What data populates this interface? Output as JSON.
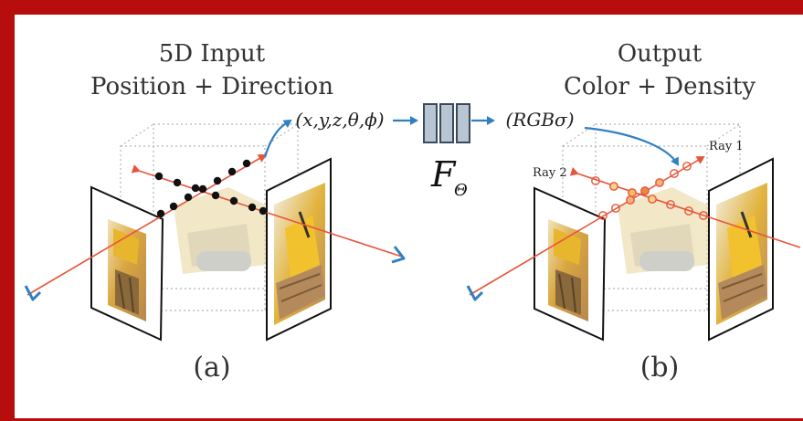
{
  "left_panel": {
    "title_line1": "5D Input",
    "title_line2": "Position + Direction",
    "caption": "(a)"
  },
  "right_panel": {
    "title_line1": "Output",
    "title_line2": "Color + Density",
    "caption": "(b)",
    "ray1_label": "Ray 1",
    "ray2_label": "Ray 2"
  },
  "network": {
    "input_label": "(x,y,z,θ,ϕ)",
    "output_label": "(RGBσ)",
    "function_label": "F",
    "function_subscript": "Θ"
  },
  "colors": {
    "frame_border": "#b80d0d",
    "arrow_blue": "#2f7fc1",
    "ray_red": "#e8553a",
    "network_fill": "#b8c6d3",
    "sample_point": "#111111",
    "sample_ring": "#e8553a"
  }
}
